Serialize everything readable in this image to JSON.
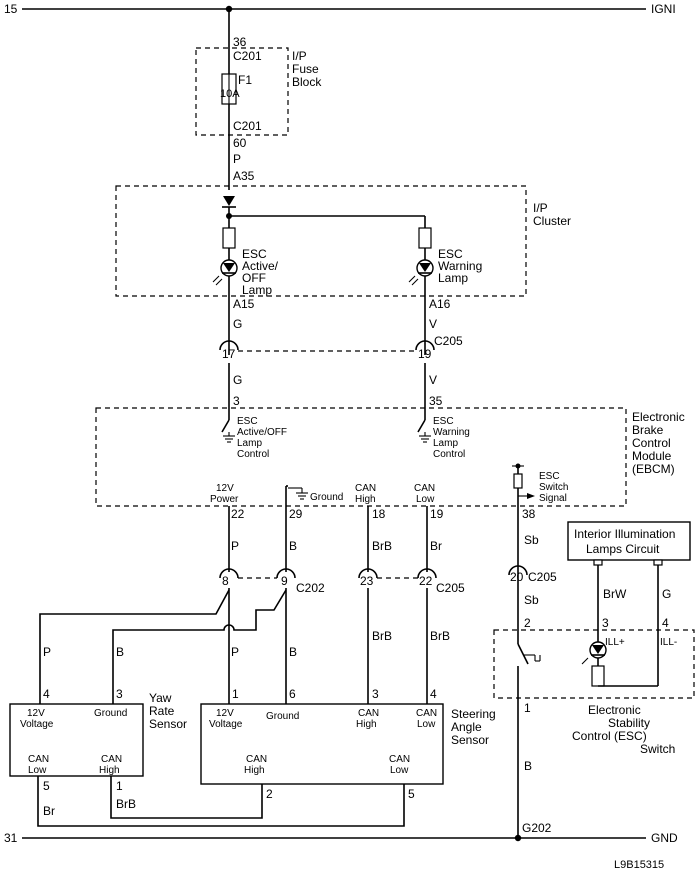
{
  "rails": {
    "top_left": "15",
    "top_right": "IGNI",
    "bottom_left": "31",
    "bottom_right": "GND"
  },
  "fuse_block": {
    "name_lines": [
      "I/P",
      "Fuse",
      "Block"
    ],
    "top_pin": "36",
    "top_connector": "C201",
    "fuse_id": "F1",
    "fuse_rating": "10A",
    "bottom_connector": "C201",
    "bottom_pin": "60",
    "wire_color": "P"
  },
  "cluster": {
    "name_lines": [
      "I/P",
      "Cluster"
    ],
    "input_pin": "A35",
    "lamp1_lines": [
      "ESC",
      "Active/",
      "OFF",
      "Lamp"
    ],
    "lamp2_lines": [
      "ESC",
      "Warning",
      "Lamp"
    ],
    "lamp1_pin": "A15",
    "lamp2_pin": "A16",
    "lamp1_wire": "G",
    "lamp2_wire": "V"
  },
  "c205_upper": {
    "connector": "C205",
    "pin_a": "17",
    "pin_b": "19",
    "wire_a": "G",
    "wire_b": "V"
  },
  "ebcm": {
    "name_lines": [
      "Electronic",
      "Brake",
      "Control",
      "Module",
      "(EBCM)"
    ],
    "pin_active_lamp": "3",
    "pin_warning_lamp": "35",
    "active_lamp_lines": [
      "ESC",
      "Active/OFF",
      "Lamp",
      "Control"
    ],
    "warning_lamp_lines": [
      "ESC",
      "Warning",
      "Lamp",
      "Control"
    ],
    "power_lines": [
      "12V",
      "Power"
    ],
    "ground_label": "Ground",
    "can_high_lines": [
      "CAN",
      "High"
    ],
    "can_low_lines": [
      "CAN",
      "Low"
    ],
    "switch_lines": [
      "ESC",
      "Switch",
      "Signal"
    ],
    "pin_power": "22",
    "pin_ground": "29",
    "pin_can_high": "18",
    "pin_can_low": "19",
    "pin_switch": "38"
  },
  "lower_wires": {
    "power": "P",
    "ground": "B",
    "can_high": "BrB",
    "can_low": "Br",
    "switch": "Sb"
  },
  "c202": {
    "connector": "C202",
    "pin_power": "8",
    "pin_ground": "9"
  },
  "c205_lower": {
    "connector": "C205",
    "pin_can_high": "23",
    "pin_can_low": "22",
    "pin_switch": "20",
    "connector_switch": "C205",
    "wire_switch": "Sb"
  },
  "yaw_sensor": {
    "name_lines": [
      "Yaw",
      "Rate",
      "Sensor"
    ],
    "voltage_lines": [
      "12V",
      "Voltage"
    ],
    "ground_label": "Ground",
    "can_low_lines": [
      "CAN",
      "Low"
    ],
    "can_high_lines": [
      "CAN",
      "High"
    ],
    "pin_voltage": "4",
    "pin_ground": "3",
    "pin_can_low": "5",
    "pin_can_high": "1",
    "wire_voltage": "P",
    "wire_ground": "B",
    "wire_can_low": "Br",
    "wire_can_high": "BrB"
  },
  "steering_sensor": {
    "name_lines": [
      "Steering",
      "Angle",
      "Sensor"
    ],
    "voltage_lines": [
      "12V",
      "Voltage"
    ],
    "ground_label": "Ground",
    "can_high_top_lines": [
      "CAN",
      "High"
    ],
    "can_low_top_lines": [
      "CAN",
      "Low"
    ],
    "can_high_bottom_lines": [
      "CAN",
      "High"
    ],
    "can_low_bottom_lines": [
      "CAN",
      "Low"
    ],
    "pin_voltage": "1",
    "pin_ground": "6",
    "pin_can_high_top": "3",
    "pin_can_low_top": "4",
    "pin_can_high_bottom": "2",
    "pin_can_low_bottom": "5",
    "wire_voltage": "P",
    "wire_ground": "B",
    "wire_can_high": "BrB",
    "wire_can_low": "BrB"
  },
  "illumination": {
    "name": "Interior Illumination",
    "name2": "Lamps Circuit",
    "wire_left": "BrW",
    "wire_right": "G",
    "pin_left": "3",
    "pin_right": "4",
    "label_left": "ILL+",
    "label_right": "ILL-"
  },
  "esc_switch": {
    "name_lines": [
      "Electronic",
      "Stability",
      "Control (ESC)",
      "Switch"
    ],
    "pin_top": "2",
    "pin_bottom": "1",
    "wire_bottom": "B"
  },
  "ground_point": "G202",
  "diagram_code": "L9B15315"
}
